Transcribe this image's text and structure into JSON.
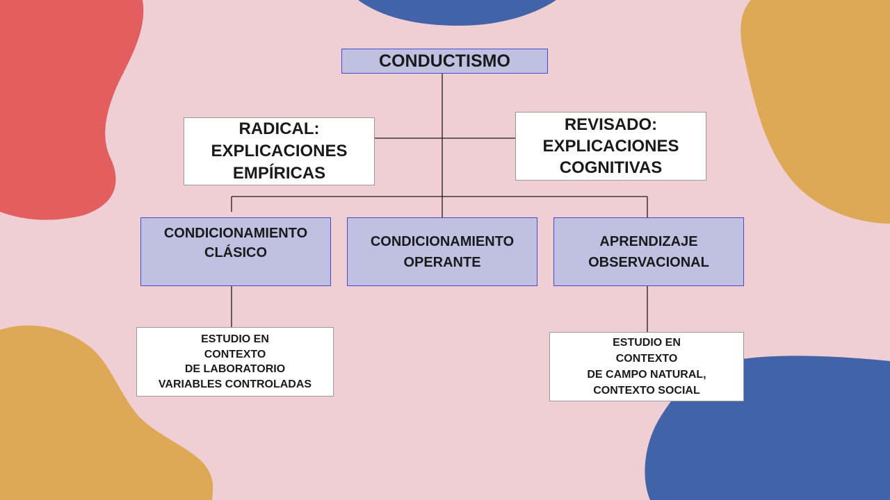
{
  "colors": {
    "background": "#EFCFD4",
    "blob_red": "#E35F5F",
    "blob_blue": "#4263A8",
    "blob_gold": "#DDA956",
    "box_fill_primary": "#C0C0E2",
    "box_fill_secondary": "#FFFFFF",
    "connector": "#1A1A1A"
  },
  "diagram": {
    "root": "CONDUCTISMO",
    "radical": "RADICAL:\nEXPLICACIONES\nEMPÍRICAS",
    "revisado": "REVISADO:\nEXPLICACIONES\nCOGNITIVAS",
    "clasico": "CONDICIONAMIENTO\nCLÁSICO",
    "operante": "CONDICIONAMIENTO\nOPERANTE",
    "observacional": "APRENDIZAJE\nOBSERVACIONAL",
    "laboratorio": "ESTUDIO EN\nCONTEXTO\nDE   LABORATORIO\nVARIABLES CONTROLADAS",
    "campo": "ESTUDIO EN\nCONTEXTO\nDE CAMPO NATURAL,\nCONTEXTO SOCIAL"
  }
}
